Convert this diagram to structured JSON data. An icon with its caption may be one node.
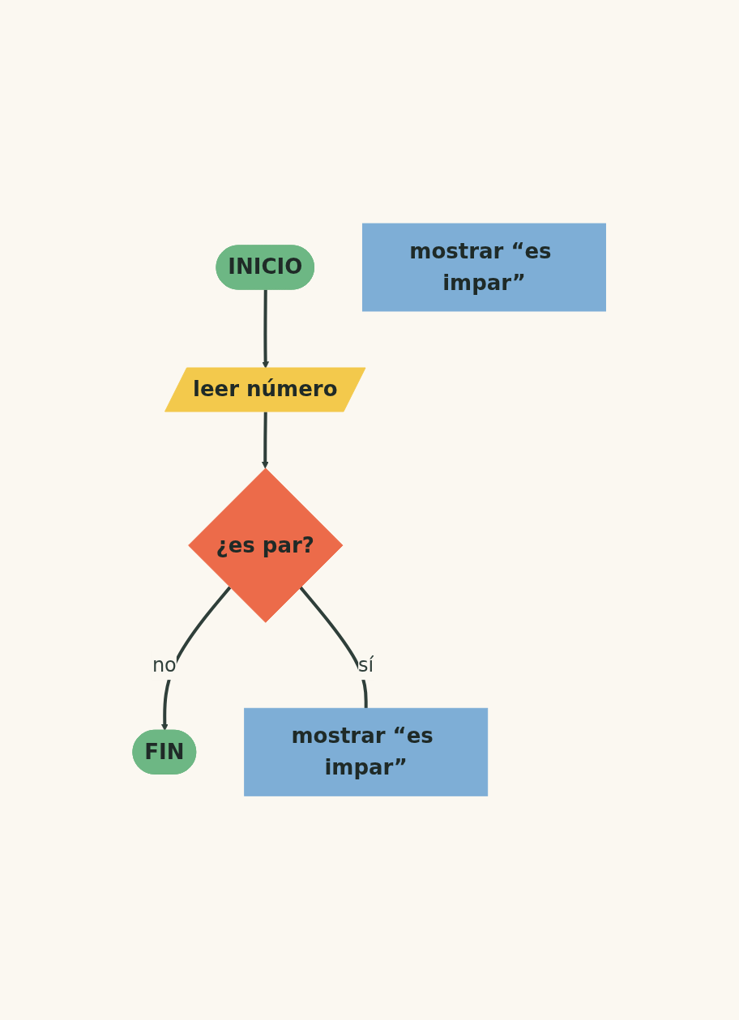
{
  "diagram": {
    "nodes": [
      {
        "text": [
          "INICIO"
        ]
      },
      {
        "text": [
          "leer número"
        ]
      },
      {
        "text": [
          "¿es par?"
        ]
      },
      {
        "text": [
          "mostrar “es impar”"
        ]
      },
      {
        "text": [
          "mostrar “es impar”"
        ]
      },
      {
        "text": [
          "FIN"
        ]
      }
    ],
    "edges": [
      {
        "from": 0,
        "to": 1,
        "arrow": "to"
      },
      {
        "from": 1,
        "to": 2,
        "arrow": "to"
      },
      {
        "from": 2,
        "to": 5,
        "label": "no",
        "arrow": "to"
      },
      {
        "from": 2,
        "to": 4,
        "label": "sí",
        "arrow": "none"
      }
    ]
  }
}
